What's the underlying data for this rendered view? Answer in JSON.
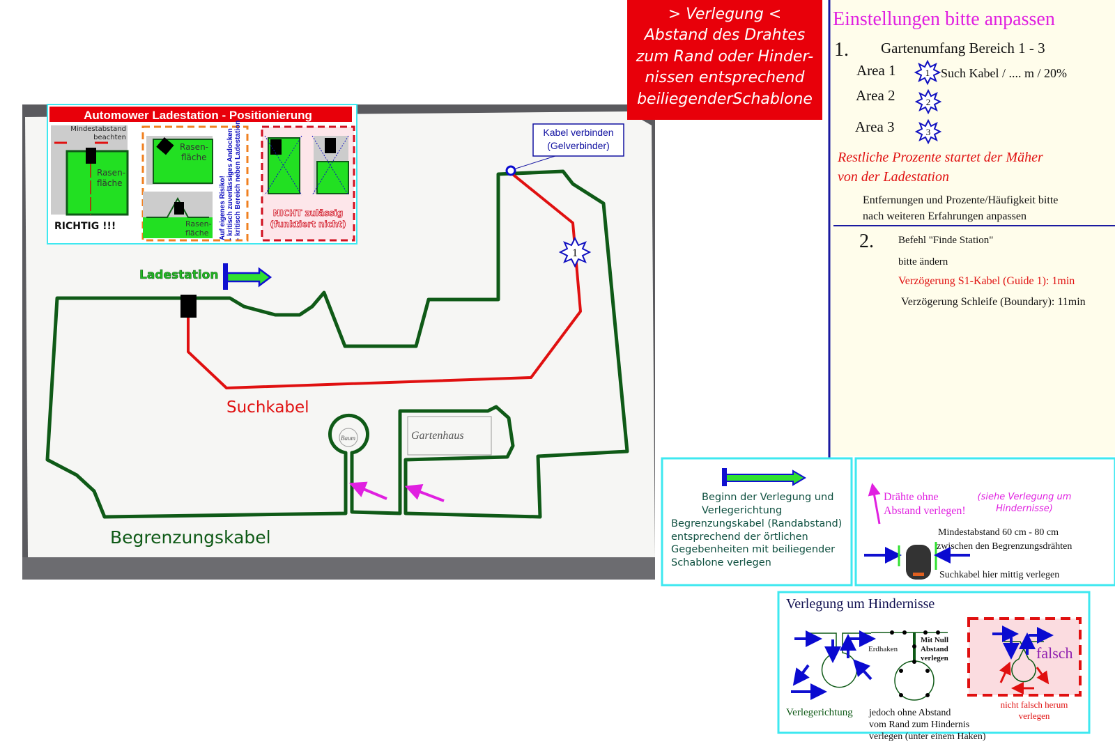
{
  "red_note": {
    "lines": [
      "> Verlegung <",
      "Abstand des Drahtes",
      "zum Rand oder Hinder-",
      "nissen entsprechend",
      "beiliegenderSchablone"
    ]
  },
  "settings": {
    "title": "Einstellungen bitte anpassen",
    "step1_num": "1.",
    "step1_title": "Gartenumfang Bereich 1 - 3",
    "areas": [
      {
        "label": "Area 1",
        "star": "1",
        "text": "Such Kabel / .... m / 20%"
      },
      {
        "label": "Area 2",
        "star": "2",
        "text": ""
      },
      {
        "label": "Area 3",
        "star": "3",
        "text": ""
      }
    ],
    "remaining": [
      "Restliche Prozente  startet der Mäher",
      "von der Ladestation"
    ],
    "note": [
      "Entfernungen und Prozente/Häufigkeit bitte",
      "nach weiteren Erfahrungen anpassen"
    ],
    "step2_num": "2.",
    "step2_lines": [
      "Befehl \"Finde Station\"",
      "bitte ändern"
    ],
    "delay_guide": "Verzögerung S1-Kabel (Guide 1): 1min",
    "delay_boundary": "Verzögerung Schleife (Boundary): 11min"
  },
  "inset": {
    "title": "Automower Ladestation - Positionierung",
    "min_distance": [
      "Mindestabstand",
      "beachten"
    ],
    "lawn": [
      "Rasen-",
      "fläche"
    ],
    "correct": "RICHTIG !!!",
    "risk": [
      "Auf eigenes Risiko!",
      "- kritisch zuverlässiges Andocken",
      "- kritisch Bereich neben Ladestation"
    ],
    "not_allowed": [
      "NICHT zulässig",
      "(funktiert nicht)"
    ]
  },
  "map": {
    "station_label": "Ladestation",
    "connector_callout": [
      "Kabel verbinden",
      "(Gelverbinder)"
    ],
    "guide_star": "1",
    "guide_label": "Suchkabel",
    "boundary_label": "Begrenzungskabel",
    "handwritten": [
      "Gartenhaus",
      "Baum"
    ]
  },
  "legend_start": {
    "lines": [
      "Beginn der Verlegung und",
      "Verlegerichtung",
      "Begrenzungskabel (Randabstand)",
      "entsprechend der örtlichen",
      "Gegebenheiten mit beiliegender",
      "Schablone verlegen"
    ]
  },
  "legend_wires": {
    "no_gap": [
      "Drähte ohne",
      "Abstand verlegen!"
    ],
    "see": [
      "(siehe Verlegung um",
      "Hindernisse)"
    ],
    "min_dist": [
      "Mindestabstand 60 cm - 80 cm",
      "zwischen den Begrenzungsdrähten"
    ],
    "guide_center": "Suchkabel hier mittig verlegen"
  },
  "obstacles": {
    "title": "Verlegung um Hindernisse",
    "direction": "Verlegerichtung",
    "pegs": "Erdhaken",
    "zero_gap": [
      "Mit Null",
      "Abstand",
      "verlegen"
    ],
    "no_gap_text": [
      "jedoch ohne Abstand",
      "vom Rand zum Hindernis",
      "verlegen (unter einem Haken)"
    ],
    "wrong": "falsch",
    "wrong_text": [
      "nicht falsch herum",
      "verlegen"
    ]
  },
  "colors": {
    "boundary": "#0f5a17",
    "guide": "#e01010",
    "accent_blue": "#0a0ad0",
    "magenta": "#e020e0",
    "cyan": "#3ee8f0",
    "cream": "#fffdeb"
  }
}
